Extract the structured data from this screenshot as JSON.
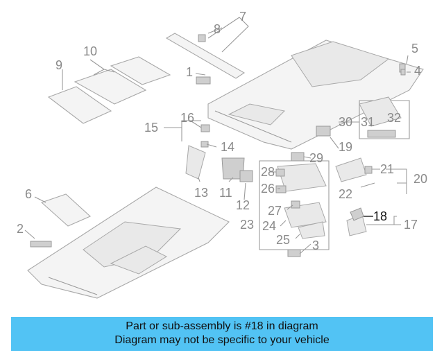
{
  "callouts": [
    "1",
    "2",
    "3",
    "4",
    "5",
    "6",
    "7",
    "8",
    "9",
    "10",
    "11",
    "12",
    "13",
    "14",
    "15",
    "16",
    "17",
    "18",
    "19",
    "20",
    "21",
    "22",
    "23",
    "24",
    "25",
    "26",
    "27",
    "28",
    "29",
    "30",
    "31",
    "32"
  ],
  "highlight_callout": "18",
  "banner": {
    "line1": "Part or sub-assembly is #18 in diagram",
    "line2": "Diagram may not be specific to your vehicle"
  },
  "colors": {
    "banner": "#52c3f4",
    "line_art": "#9a9a9a",
    "highlight": "#111111"
  }
}
